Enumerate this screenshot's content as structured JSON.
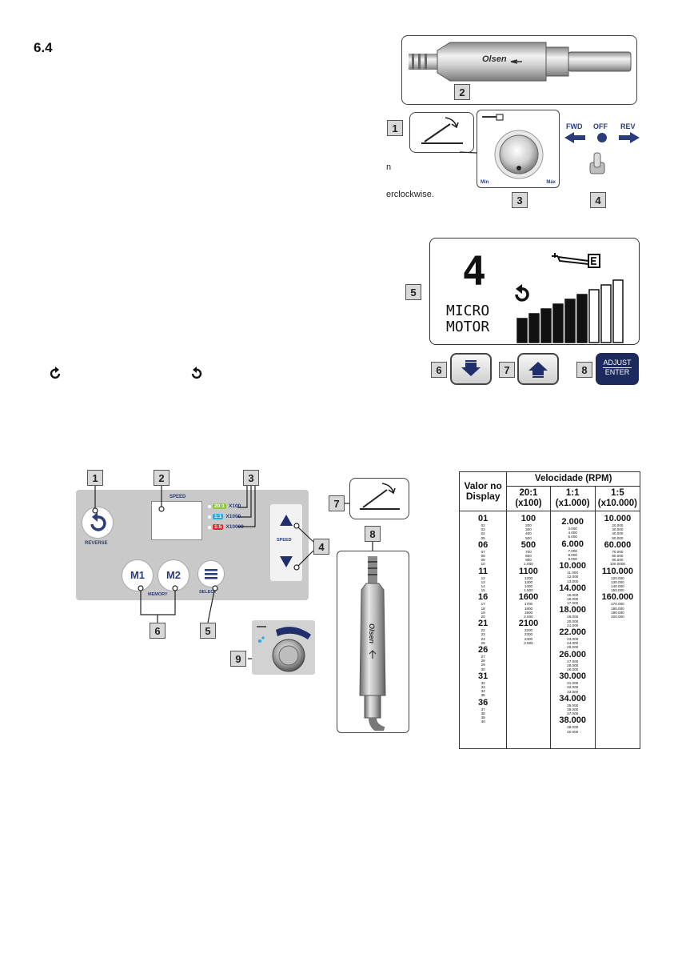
{
  "section": {
    "number": "6.4"
  },
  "fragments": {
    "line1": "n",
    "line2": "erclockwise."
  },
  "motor_figure": {
    "brand": "Olsen",
    "callouts": [
      "1",
      "2",
      "3",
      "4"
    ],
    "dial": {
      "min": "Min",
      "max": "Máx"
    },
    "switch": {
      "fwd": "FWD",
      "off": "OFF",
      "rev": "REV"
    }
  },
  "lcd_figure": {
    "digit": "4",
    "mode_line1": "MICRO",
    "mode_line2": "MOTOR",
    "callouts": [
      "5",
      "6",
      "7",
      "8"
    ],
    "adjust_line1": "ADJUST",
    "adjust_line2": "ENTER",
    "bars_filled": 6,
    "bars_total": 9
  },
  "panel_figure": {
    "callouts": [
      "1",
      "2",
      "3",
      "4",
      "5",
      "6",
      "7",
      "8",
      "9"
    ],
    "speed_label": "SPEED",
    "reverse_label": "REVERSE",
    "speed_arrows_label": "SPEED",
    "memory_label": "MEMORY",
    "select_label": "SELECT",
    "m1": "M1",
    "m2": "M2",
    "ratios": [
      {
        "ratio": "20:1",
        "mult": "X100",
        "color": "#8cc63f"
      },
      {
        "ratio": "1:1",
        "mult": "X1000",
        "color": "#29a8e0"
      },
      {
        "ratio": "1:5",
        "mult": "X10000",
        "color": "#e0282e"
      }
    ]
  },
  "speed_table": {
    "header_valor": "Valor no Display",
    "header_velocidade": "Velocidade (RPM)",
    "columns": [
      {
        "ratio": "20:1",
        "unit": "(x100)"
      },
      {
        "ratio": "1:1",
        "unit": "(x1.000)"
      },
      {
        "ratio": "1:5",
        "unit": "(x10.000)"
      }
    ],
    "display": [
      "01",
      "02",
      "03",
      "04",
      "05",
      "06",
      "07",
      "08",
      "09",
      "10",
      "11",
      "12",
      "13",
      "14",
      "15",
      "16",
      "17",
      "18",
      "19",
      "20",
      "21",
      "22",
      "23",
      "24",
      "25",
      "26",
      "27",
      "28",
      "29",
      "30",
      "31",
      "32",
      "33",
      "34",
      "35",
      "36",
      "37",
      "38",
      "39",
      "40"
    ],
    "col_20_1": [
      "100",
      "200",
      "300",
      "400",
      "500",
      "500",
      "700",
      "800",
      "900",
      "1.000",
      "1100",
      "1200",
      "1300",
      "1400",
      "1.500",
      "1600",
      "1700",
      "1800",
      "1900",
      "2.000",
      "2100",
      "2200",
      "2300",
      "2400",
      "2.500"
    ],
    "col_1_1": [
      "2.000",
      "3.000",
      "4.000",
      "5.000",
      "6.000",
      "7.000",
      "8.000",
      "9.000",
      "10.000",
      "11.000",
      "12.000",
      "13.000",
      "14.000",
      "15.000",
      "16.000",
      "17.000",
      "18.000",
      "19.000",
      "20.000",
      "21.000",
      "22.000",
      "23.000",
      "24.000",
      "25.000",
      "26.000",
      "27.000",
      "28.000",
      "29.000",
      "30.000",
      "31.000",
      "32.000",
      "33.000",
      "34.000",
      "35.000",
      "36.000",
      "37.000",
      "38.000",
      "39.000",
      "40.000"
    ],
    "col_1_5": [
      "10.000",
      "20.000",
      "30.000",
      "40.000",
      "50.000",
      "60.000",
      "70.000",
      "80.000",
      "90.000",
      "100.0000",
      "110.000",
      "120.000",
      "130.000",
      "140.000",
      "150.000",
      "160.000",
      "170.000",
      "180.000",
      "190.000",
      "200.000"
    ]
  }
}
